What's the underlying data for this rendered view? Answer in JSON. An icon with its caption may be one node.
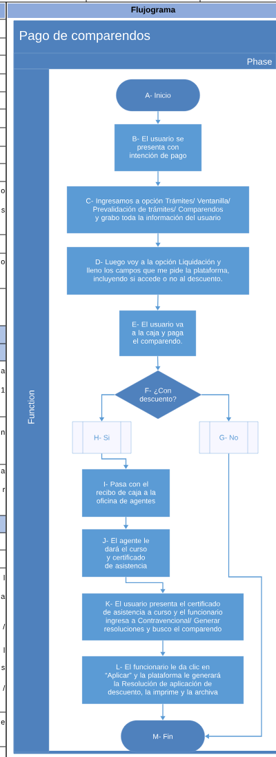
{
  "diagram": {
    "title": "Flujograma",
    "nodes": [
      {
        "text": [
          "Pago de comparendos"
        ]
      },
      {
        "text": [
          "Phase"
        ],
        "in": 0
      },
      {
        "text": [
          "Function"
        ],
        "in": 0
      },
      {
        "text": [
          "A- Inicio"
        ],
        "in": 0
      },
      {
        "text": [
          "B- El usuario se presenta con intención de pago"
        ],
        "in": 0
      },
      {
        "text": [
          "C- Ingresamos a opción Trámites/ Ventanilla/ Prevalidación de trámites/ Comparendos y grabo toda la información del usuario"
        ],
        "in": 0
      },
      {
        "text": [
          "D- Luego voy a la opción Liquidación y lleno los campos que me pide la plataforma, incluyendo si accede o no al descuento."
        ],
        "in": 0
      },
      {
        "text": [
          "E- El usuario va a la caja y paga el comparendo."
        ],
        "in": 0
      },
      {
        "text": [
          "F- ¿Con descuento?"
        ],
        "in": 0
      },
      {
        "text": [
          "H- Si"
        ],
        "in": 0
      },
      {
        "text": [
          "G- No"
        ],
        "in": 0
      },
      {
        "text": [
          "I- Pasa con el recibo de caja a la oficina de agentes"
        ],
        "in": 0
      },
      {
        "text": [
          "J- El agente le dará el curso y certificado de asistencia"
        ],
        "in": 0
      },
      {
        "text": [
          "K- El usuario presenta el certificado de asistencia a curso y el funcionario ingresa a Contravencional/ Generar resoluciones y busco el comparendo"
        ],
        "in": 0
      },
      {
        "text": [
          "L- El funcionario le da clic en “Aplicar” y la plataforma le generará la Resolución de aplicación de descuento, la imprime y la archiva"
        ],
        "in": 0
      },
      {
        "text": [
          "M- Fin"
        ],
        "in": 0
      }
    ],
    "edges": [
      {
        "from": 3,
        "to": 4,
        "arrow": "to"
      },
      {
        "from": 4,
        "to": 5,
        "arrow": "to"
      },
      {
        "from": 5,
        "to": 6,
        "arrow": "to"
      },
      {
        "from": 6,
        "to": 7,
        "arrow": "to"
      },
      {
        "from": 7,
        "to": 8,
        "arrow": "to"
      },
      {
        "from": 8,
        "to": 9,
        "arrow": "to"
      },
      {
        "from": 8,
        "to": 10,
        "arrow": "to"
      },
      {
        "from": 9,
        "to": 11,
        "arrow": "to"
      },
      {
        "from": 11,
        "to": 12,
        "arrow": "to"
      },
      {
        "from": 12,
        "to": 13,
        "arrow": "to"
      },
      {
        "from": 13,
        "to": 14,
        "arrow": "to"
      },
      {
        "from": 14,
        "to": 15,
        "arrow": "to"
      },
      {
        "from": 10,
        "to": 15,
        "arrow": "to"
      }
    ],
    "labels": [
      "o",
      "s",
      "o",
      "a",
      "1",
      "n",
      "a",
      "r",
      "l",
      "a",
      "/",
      "l",
      "s",
      "/",
      "e"
    ]
  }
}
